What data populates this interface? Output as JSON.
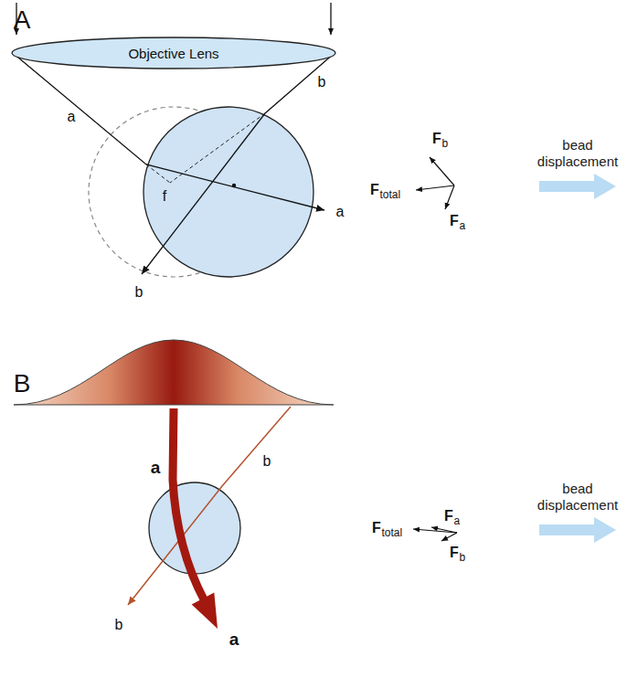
{
  "diagram": {
    "nodes": [
      {
        "text": [
          "Objective Lens"
        ]
      }
    ],
    "labels": [
      "A",
      "a",
      "b",
      "f",
      "a",
      "b",
      "F",
      "b",
      "F",
      "total",
      "F",
      "a",
      "bead displacement",
      "B",
      "a",
      "b",
      "b",
      "a",
      "F",
      "a",
      "F",
      "total",
      "F",
      "b",
      "bead displacement"
    ]
  }
}
